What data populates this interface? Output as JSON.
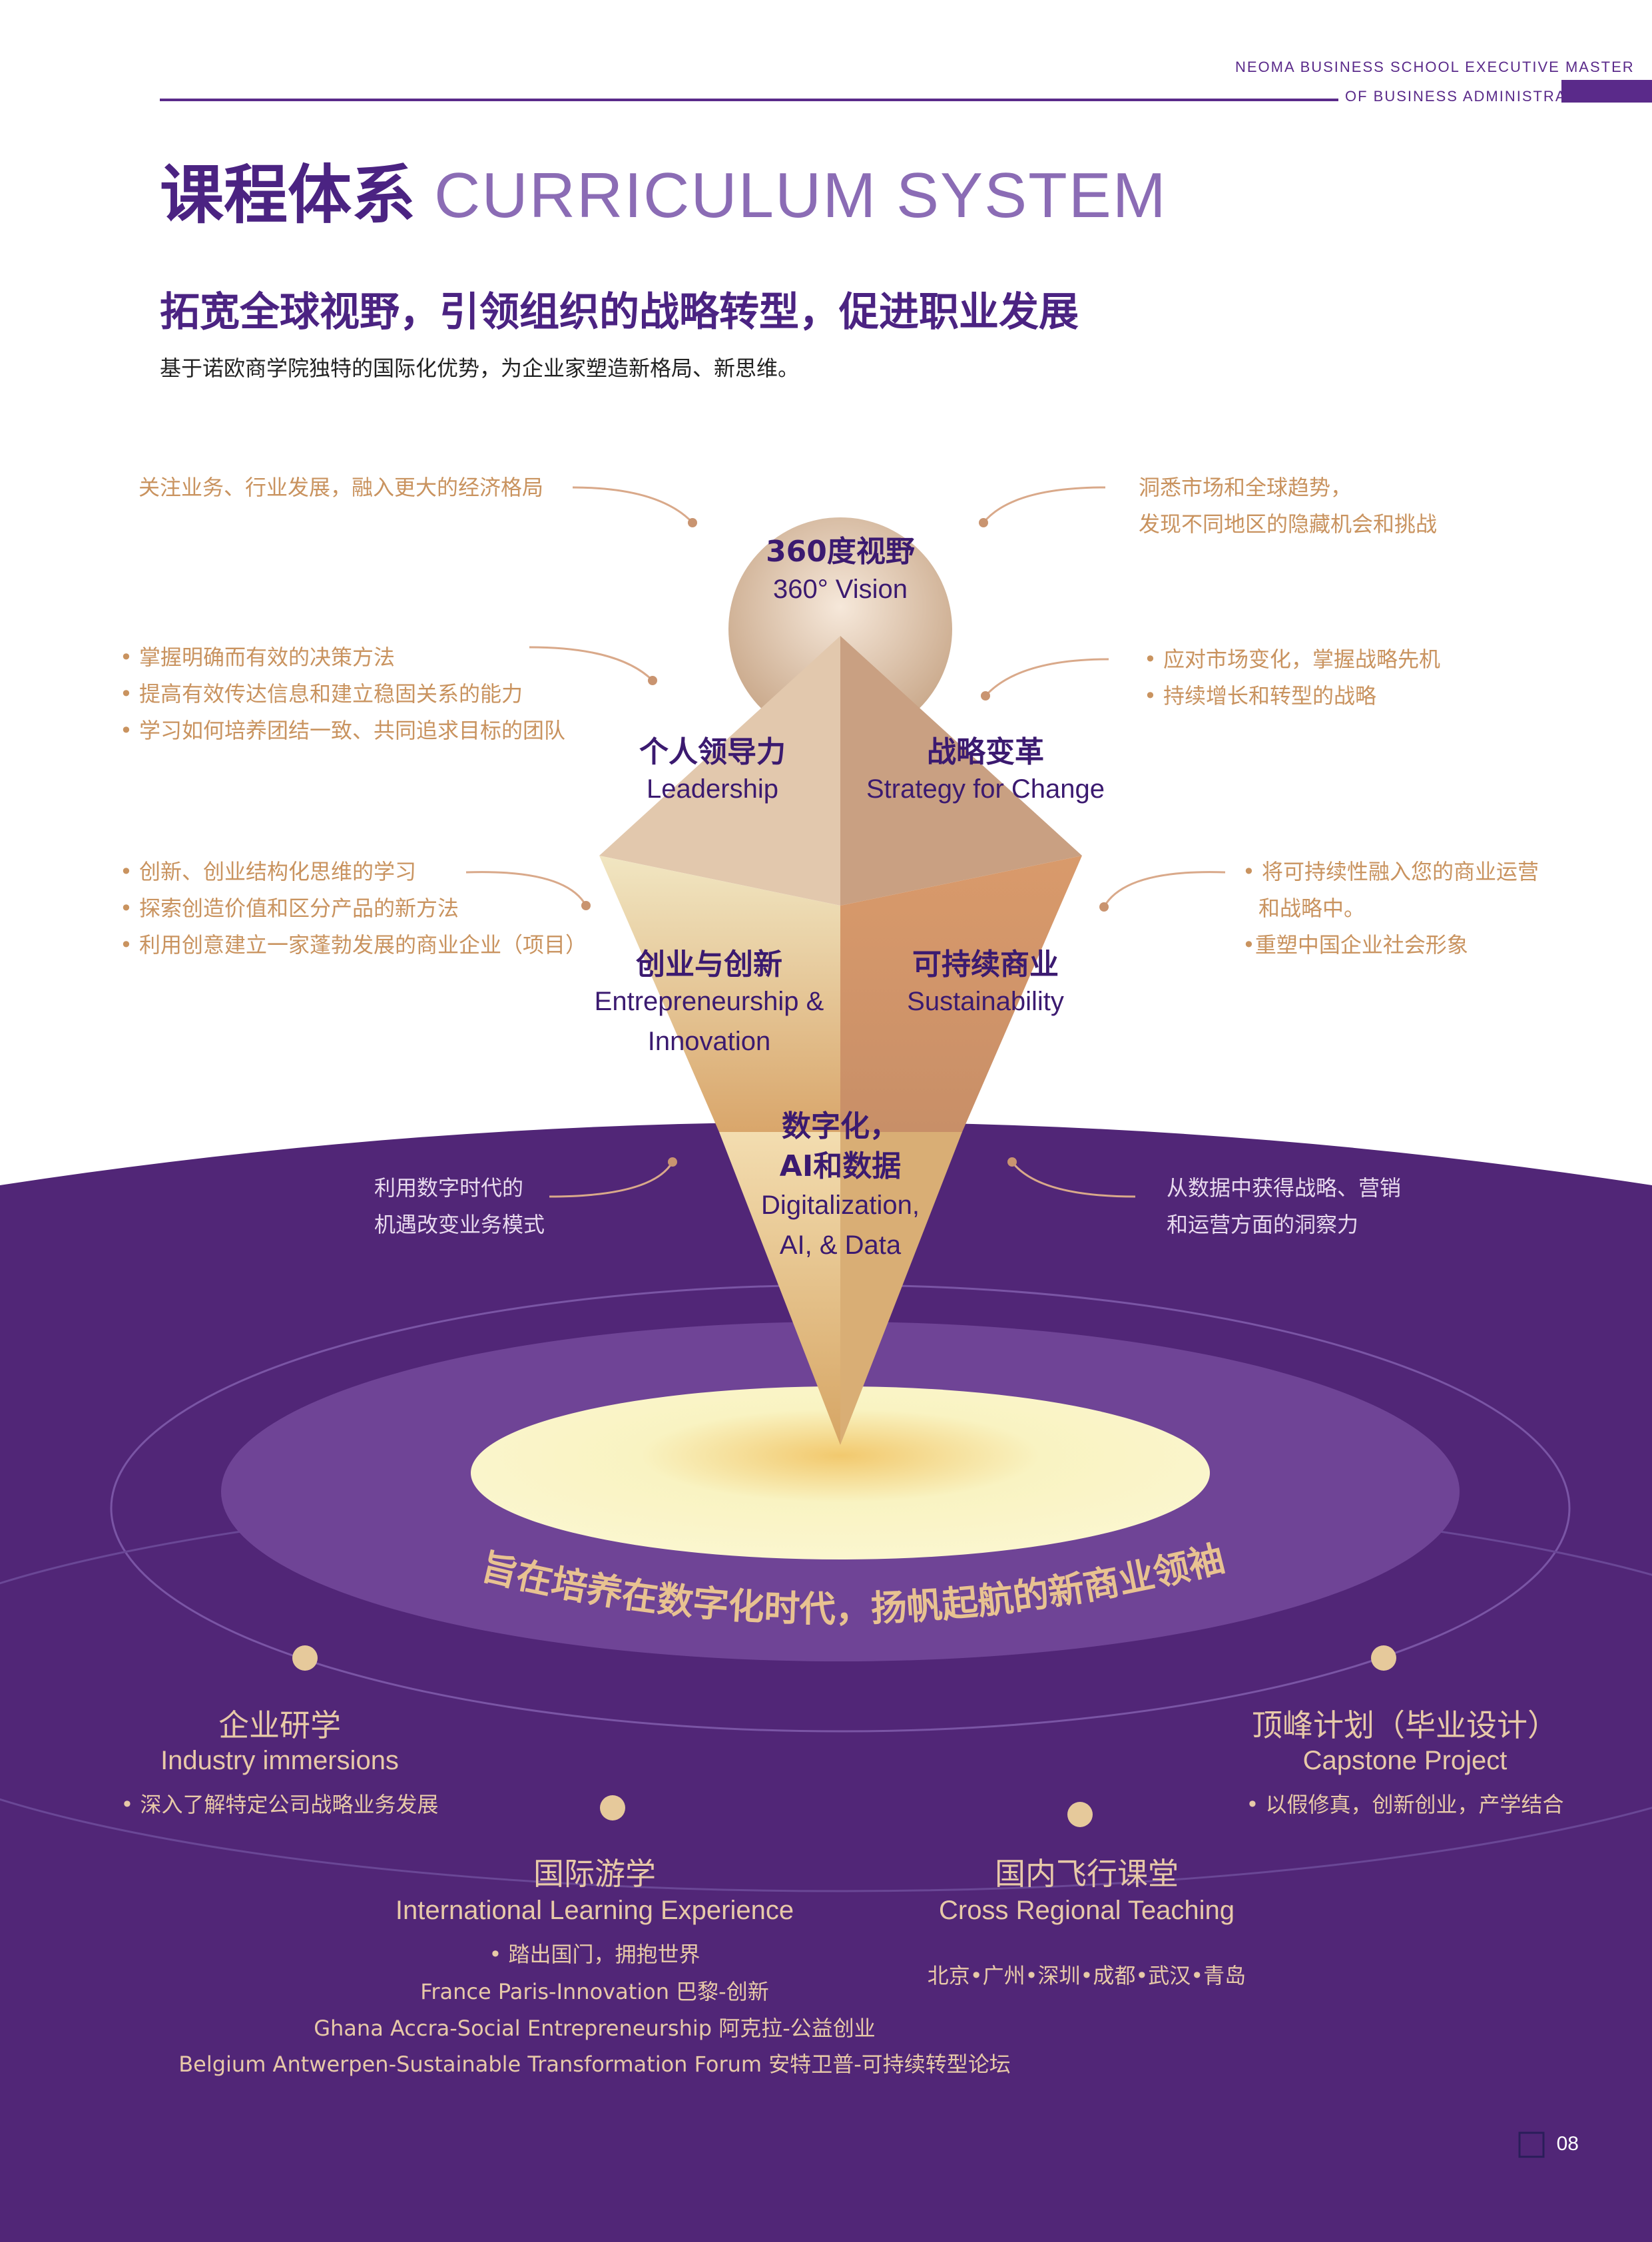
{
  "header": {
    "line1": "NEOMA BUSINESS SCHOOL EXECUTIVE MASTER",
    "line2": "OF BUSINESS ADMINISTRATION"
  },
  "title": {
    "cn": "课程体系",
    "en": "CURRICULUM SYSTEM"
  },
  "subtitle": "拓宽全球视野，引领组织的战略转型，促进职业发展",
  "intro": "基于诺欧商学院独特的国际化优势，为企业家塑造新格局、新思维。",
  "vision": {
    "cn": "360度视野",
    "en": "360° Vision"
  },
  "segments": {
    "leadership": {
      "cn": "个人领导力",
      "en": "Leadership"
    },
    "strategy": {
      "cn": "战略变革",
      "en": "Strategy for Change"
    },
    "entrepreneurship": {
      "cn": "创业与创新",
      "en1": "Entrepreneurship &",
      "en2": "Innovation"
    },
    "sustainability": {
      "cn": "可持续商业",
      "en": "Sustainability"
    },
    "digital": {
      "cn1": "数字化，",
      "cn2": "AI和数据",
      "en1": "Digitalization,",
      "en2": "AI, & Data"
    }
  },
  "notes": {
    "vision_left": "关注业务、行业发展，融入更大的经济格局",
    "vision_right": [
      "洞悉市场和全球趋势，",
      "发现不同地区的隐藏机会和挑战"
    ],
    "leadership": [
      "• 掌握明确而有效的决策方法",
      "• 提高有效传达信息和建立稳固关系的能力",
      "• 学习如何培养团结一致、共同追求目标的团队"
    ],
    "strategy": [
      "• 应对市场变化，掌握战略先机",
      "• 持续增长和转型的战略"
    ],
    "entrepreneurship": [
      "• 创新、创业结构化思维的学习",
      "• 探索创造价值和区分产品的新方法",
      "• 利用创意建立一家蓬勃发展的商业企业（项目）"
    ],
    "sustainability": [
      "• 将可持续性融入您的商业运营",
      "和战略中。",
      "•重塑中国企业社会形象"
    ],
    "digital_left": [
      "利用数字时代的",
      "机遇改变业务模式"
    ],
    "digital_right": [
      "从数据中获得战略、营销",
      "和运营方面的洞察力"
    ]
  },
  "mission": "旨在培养在数字化时代，扬帆起航的新商业领袖",
  "programs": {
    "industry": {
      "cn": "企业研学",
      "en": "Industry immersions",
      "note": "• 深入了解特定公司战略业务发展"
    },
    "capstone": {
      "cn": "顶峰计划（毕业设计）",
      "en": "Capstone Project",
      "note": "• 以假修真，创新创业，产学结合"
    },
    "international": {
      "cn": "国际游学",
      "en": "International Learning Experience",
      "notes": [
        "• 踏出国门，拥抱世界",
        "France Paris-Innovation 巴黎-创新",
        "Ghana Accra-Social Entrepreneurship 阿克拉-公益创业",
        "Belgium Antwerpen-Sustainable Transformation Forum 安特卫普-可持续转型论坛"
      ]
    },
    "regional": {
      "cn": "国内飞行课堂",
      "en": "Cross Regional Teaching",
      "note": "北京•广州•深圳•成都•武汉•青岛"
    }
  },
  "page_number": "08",
  "colors": {
    "purple": "#4b2382",
    "deep_purple": "#512677",
    "gold": "#c9935f"
  }
}
